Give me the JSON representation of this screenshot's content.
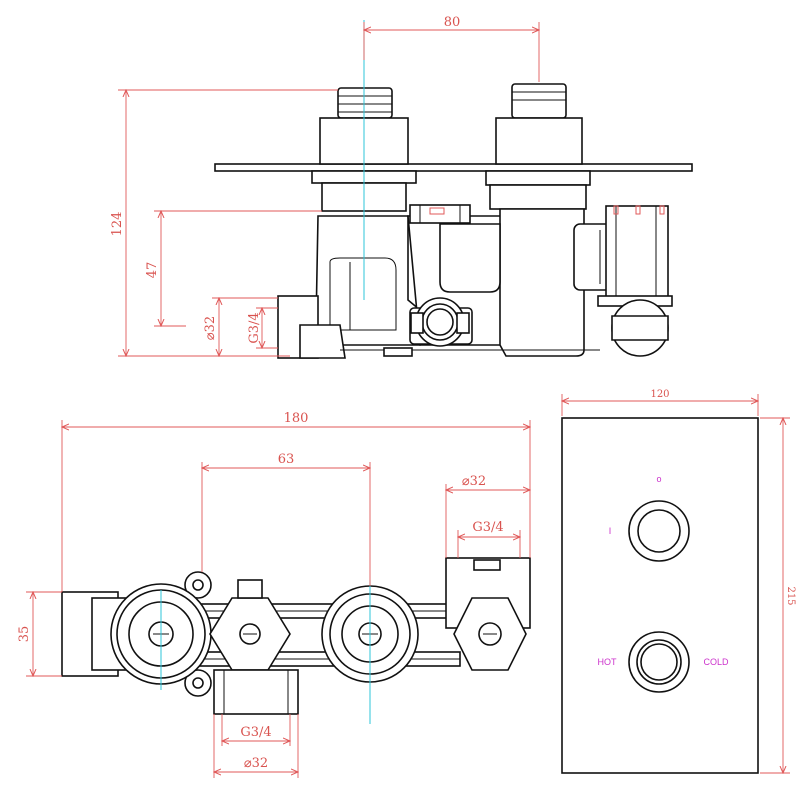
{
  "colors": {
    "outline": "#111111",
    "dimension": "#d9534f",
    "centerline": "#2ec4d8",
    "label": "#cc33cc"
  },
  "side_view": {
    "dim_top": "80",
    "dim_height": "124",
    "dim_mid": "47",
    "dim_dia": "⌀32",
    "dim_thread": "G3/4"
  },
  "top_view": {
    "dim_width": "180",
    "dim_spacing": "63",
    "dim_dia_right": "⌀32",
    "dim_thread_right": "G3/4",
    "dim_depth": "35",
    "dim_thread_bottom": "G3/4",
    "dim_dia_bottom": "⌀32"
  },
  "front_plate": {
    "dim_width": "120",
    "dim_height": "215",
    "mark_off": "o",
    "mark_on": "I",
    "label_hot": "HOT",
    "label_cold": "COLD"
  }
}
